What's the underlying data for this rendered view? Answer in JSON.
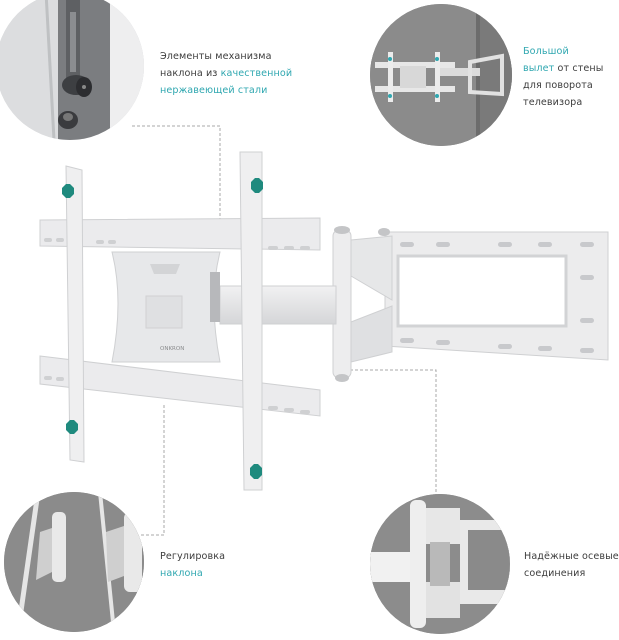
{
  "product": {
    "brand_logo": "ONKRON",
    "subject": "Full-motion TV wall mount bracket"
  },
  "callouts": [
    {
      "id": "tilt-mechanism",
      "lines": [
        [
          {
            "text": "Элементы механизма",
            "accent": false
          }
        ],
        [
          {
            "text": "наклона из ",
            "accent": false
          },
          {
            "text": "качественной",
            "accent": true
          }
        ],
        [
          {
            "text": "нержавеющей стали",
            "accent": true
          }
        ]
      ],
      "icon": "steel-bolt-closeup"
    },
    {
      "id": "extension",
      "lines": [
        [
          {
            "text": "Большой",
            "accent": true
          }
        ],
        [
          {
            "text": "вылет",
            "accent": true
          },
          {
            "text": " от стены",
            "accent": false
          }
        ],
        [
          {
            "text": "для поворота",
            "accent": false
          }
        ],
        [
          {
            "text": "телевизора",
            "accent": false
          }
        ]
      ],
      "icon": "extended-arm-closeup"
    },
    {
      "id": "tilt-adjust",
      "lines": [
        [
          {
            "text": "Регулировка",
            "accent": false
          }
        ],
        [
          {
            "text": "наклона",
            "accent": true
          }
        ]
      ],
      "icon": "tilt-hinge-closeup"
    },
    {
      "id": "joints",
      "lines": [
        [
          {
            "text": "Надёжные осевые",
            "accent": false
          }
        ],
        [
          {
            "text": "соединения",
            "accent": false
          }
        ]
      ],
      "icon": "axial-joint-closeup"
    }
  ],
  "colors": {
    "accent": "#2fa7b0",
    "text": "#3c3c3c",
    "circle_bg": "#8a8a8a",
    "bracket": "#e9eaec",
    "bracket_shadow": "#c9cbce",
    "spacer": "#1f8a7e"
  }
}
